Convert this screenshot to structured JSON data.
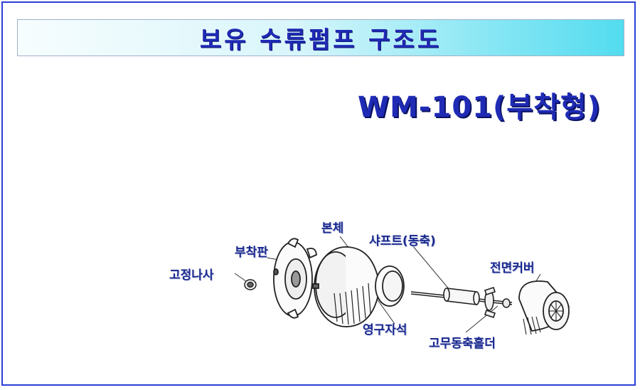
{
  "header": {
    "title": "보유 수류펌프 구조도"
  },
  "model": "WM-101(부착형)",
  "parts": {
    "fixing_screw": "고정나사",
    "mount_plate": "부착판",
    "body": "본체",
    "shaft": "샤프트(동축)",
    "front_cover": "전면커버",
    "permanent_magnet": "영구자석",
    "rubber_shaft_holder": "고무동축홀더"
  },
  "colors": {
    "border": "#2b3fd6",
    "title_text": "#1f2bb5",
    "title_gradient_end": "#52dcef",
    "label_text": "#1a2a8f",
    "line_art": "#222222"
  }
}
